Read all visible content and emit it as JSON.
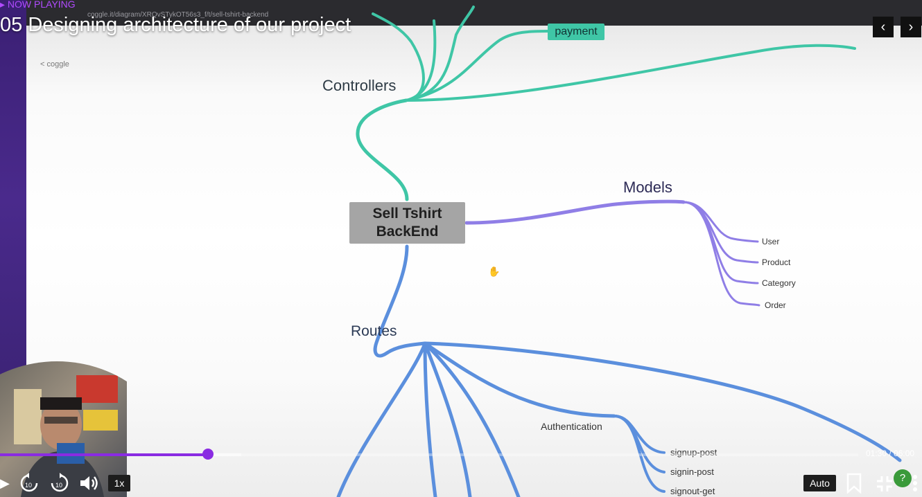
{
  "player": {
    "now_playing": "NOW PLAYING",
    "title": "05 Designing architecture of our project",
    "time": "01:30 / 06:00",
    "progress": 0.242,
    "buffered": 0.281,
    "speed": "1x",
    "quality": "Auto",
    "icons": {
      "play": "play-icon",
      "rewind": "rewind-10-icon",
      "forward": "forward-10-icon",
      "volume": "volume-icon",
      "bookmark": "bookmark-icon",
      "fullscreen": "exit-fullscreen-icon",
      "more": "more-vertical-icon",
      "prev": "chevron-left-icon",
      "next": "chevron-right-icon"
    },
    "colors": {
      "accent": "#8a2be2",
      "now_playing": "#b14bff"
    }
  },
  "browser": {
    "url": "coggle.it/diagram/XRQvSTykOT56s3_f/t/sell-tshirt-backend",
    "back_label": "coggle"
  },
  "mindmap": {
    "root": "Sell Tshirt\nBackEnd",
    "controllers": {
      "label": "Controllers",
      "child_chip": "payment",
      "color": "#3fc6a6"
    },
    "models": {
      "label": "Models",
      "children": [
        "User",
        "Product",
        "Category",
        "Order"
      ],
      "color": "#8f7ee6"
    },
    "routes": {
      "label": "Routes",
      "color": "#5b8fdd",
      "authentication": {
        "label": "Authentication",
        "children": [
          "signup-post",
          "signin-post",
          "signout-get"
        ]
      }
    }
  }
}
